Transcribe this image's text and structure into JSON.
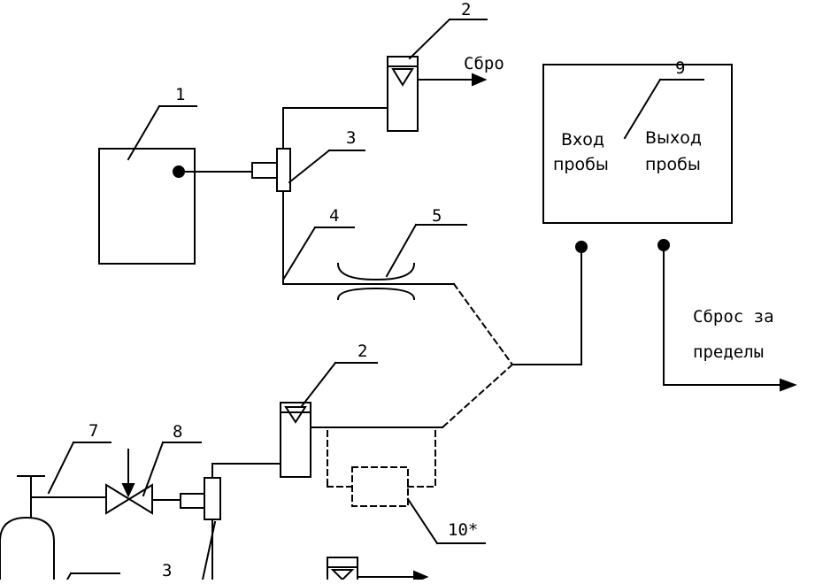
{
  "diagram": {
    "callouts": {
      "c1": "1",
      "c2_top": "2",
      "c3_top": "3",
      "c4": "4",
      "c5": "5",
      "c9": "9",
      "c2_mid": "2",
      "c7": "7",
      "c8": "8",
      "c3_bottom": "3",
      "c10": "10*"
    },
    "labels": {
      "vent_top": "Сбро",
      "port_in_line1": "Вход",
      "port_in_line2": "пробы",
      "port_out_line1": "Выход",
      "port_out_line2": "пробы",
      "discharge_line1": "Сброс за",
      "discharge_line2": "пределы"
    }
  }
}
